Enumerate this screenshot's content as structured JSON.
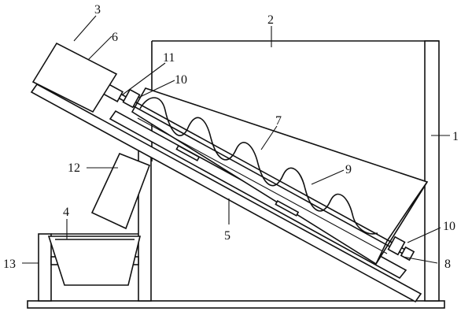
{
  "labels": {
    "l1": "1",
    "l2": "2",
    "l3": "3",
    "l4": "4",
    "l5": "5",
    "l6": "6",
    "l7": "7",
    "l8": "8",
    "l9": "9",
    "l10a": "10",
    "l10b": "10",
    "l11": "11",
    "l12": "12",
    "l13": "13"
  }
}
